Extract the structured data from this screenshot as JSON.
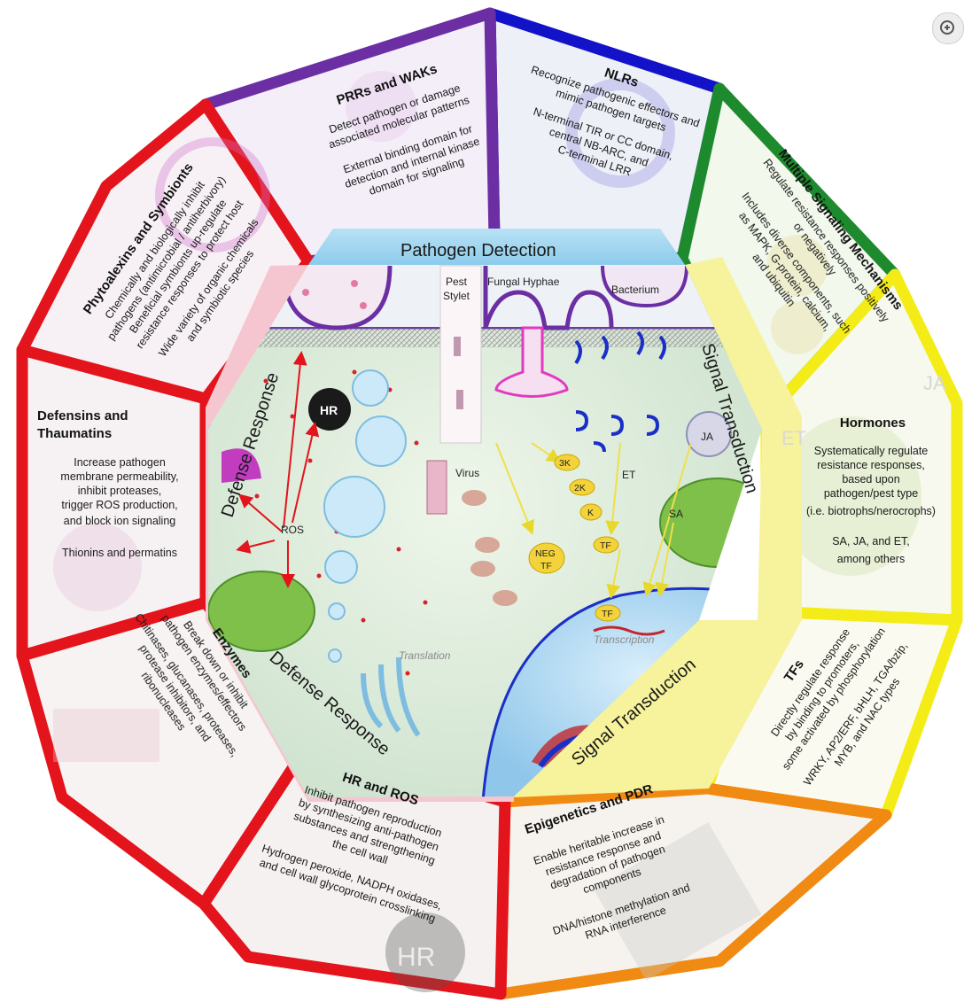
{
  "colors": {
    "pathogen_detection_band": "#9fd6f0",
    "signal_band": "#f6ef9a",
    "defense_band": "#f5c6cf",
    "red": "#e3141b",
    "purple": "#6b2fa3",
    "blue": "#1212c8",
    "green": "#1e8a2e",
    "yellow": "#f4ec16",
    "orange": "#f08a12"
  },
  "panels": {
    "prrs": {
      "title": "PRRs and WAKs",
      "lines": [
        "Detect pathogen or damage",
        "associated molecular patterns",
        "",
        "External binding domain for",
        "detection and internal kinase",
        "domain for signaling"
      ]
    },
    "nlrs": {
      "title": "NLRs",
      "lines": [
        "Recognize pathogenic effectors and",
        "mimic pathogen targets",
        "",
        "N-terminal TIR or CC domain,",
        "central NB-ARC, and",
        "C-terminal LRR"
      ]
    },
    "multiple": {
      "title": "Multiple Signaling Mechanisms",
      "lines": [
        "Regulate resistance responses positively",
        "or negatively",
        "",
        "Includes diverse components, such",
        "as MAPK, G-protein, calcium,",
        "and ubiquitin"
      ]
    },
    "hormones": {
      "title": "Hormones",
      "lines": [
        "Systematically regulate",
        "resistance responses,",
        "based upon",
        "pathogen/pest type",
        "(i.e. biotrophs/nerocrophs)",
        "",
        "SA, JA, and ET,",
        "among others"
      ]
    },
    "tfs": {
      "title": "TFs",
      "lines": [
        "Directly regulate response",
        "by binding to promoters,",
        "some activated by phosphorylation",
        "",
        "WRKY, AP2/ERF, bHLH, TGA/bzip,",
        "MYB, and NAC types"
      ]
    },
    "epigenetics": {
      "title": "Epigenetics and PDR",
      "lines": [
        "Enable heritable increase in",
        "resistance response and",
        "degradation of pathogen",
        "components",
        "",
        "DNA/histone methylation and",
        "RNA interference"
      ]
    },
    "hrros": {
      "title": "HR and ROS",
      "lines": [
        "Inhibit pathogen reproduction",
        "by synthesizing anti-pathogen",
        "substances and strengthening",
        "the cell wall",
        "",
        "Hydrogen peroxide, NADPH oxidases,",
        "and cell wall glycoprotein crosslinking"
      ]
    },
    "enzymes": {
      "title": "Enzymes",
      "lines": [
        "Break down or inhibit",
        "pathogen enzymes/effectors",
        "",
        "Chitinases, glucanases, proteases,",
        "protease inhibitors, and",
        "ribonucleases"
      ]
    },
    "defensins": {
      "title_line1": "Defensins and",
      "title_line2": "Thaumatins",
      "lines": [
        "Increase pathogen",
        "membrane permeability,",
        "inhibit proteases,",
        "trigger ROS production,",
        "and block ion signaling",
        "",
        "Thionins and permatins"
      ]
    },
    "phytoalexins": {
      "title": "Phytoalexins and Symbionts",
      "lines": [
        "Chemically and biologically inhibit",
        "pathogens (antimicrobial / antiherbivory)",
        "Beneficial symbionts up-regulate",
        "resistance responses to protect host",
        "",
        "Wide variety of organic chemicals",
        "and symbiotic species"
      ]
    }
  },
  "ring": {
    "pathogen_detection": "Pathogen Detection",
    "signal_transduction_right": "Signal Transduction",
    "signal_transduction_bottom": "Signal Transduction",
    "defense_response_left": "Defense Response",
    "defense_response_bottom": "Defense Response"
  },
  "cell": {
    "pest_stylet_1": "Pest",
    "pest_stylet_2": "Stylet",
    "fungal_hyphae": "Fungal Hyphae",
    "bacterium": "Bacterium",
    "virus": "Virus",
    "hr": "HR",
    "ros": "ROS",
    "ja": "JA",
    "et": "ET",
    "sa": "SA",
    "k3": "3K",
    "k2": "2K",
    "k1": "K",
    "neg_tf_1": "NEG",
    "neg_tf_2": "TF",
    "tf_right": "TF",
    "tf_nucleus": "TF",
    "translation": "Translation",
    "transcription": "Transcription"
  },
  "watermarks": {
    "ja_right": "JA",
    "et_right": "ET",
    "hr_bottom": "HR"
  },
  "icons": {
    "zoom": "zoom-in-icon"
  }
}
